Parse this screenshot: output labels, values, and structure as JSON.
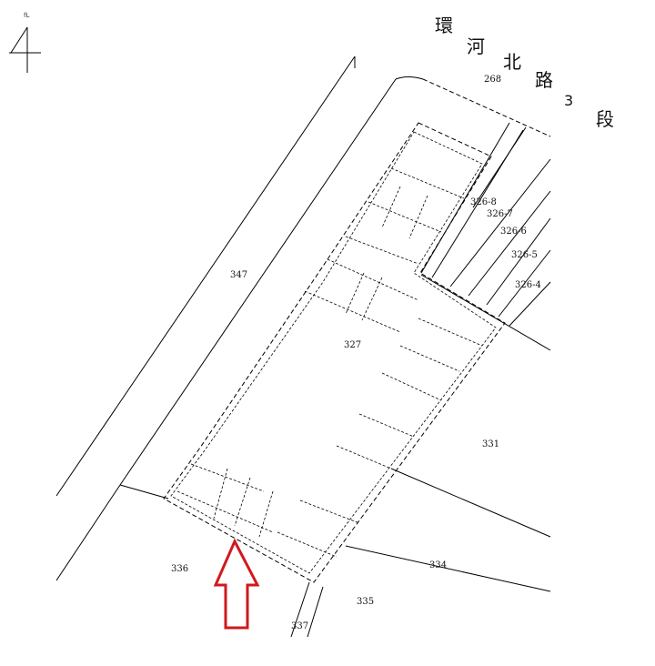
{
  "north_label": "fL",
  "road": {
    "chars": [
      "環",
      "河",
      "北",
      "路",
      "3",
      "段"
    ],
    "number": "268"
  },
  "parcels": {
    "p347": "347",
    "p327": "327",
    "p331": "331",
    "p334": "334",
    "p335": "335",
    "p336": "336",
    "p337": "337",
    "p3268": "326-8",
    "p3267": "326-7",
    "p3266": "326-6",
    "p3265": "326-5",
    "p3264": "326-4"
  },
  "colors": {
    "lines": "#000000",
    "arrow": "#d0191c"
  },
  "icons": {
    "north": "north-arrow-icon",
    "pointer": "up-arrow-icon"
  }
}
